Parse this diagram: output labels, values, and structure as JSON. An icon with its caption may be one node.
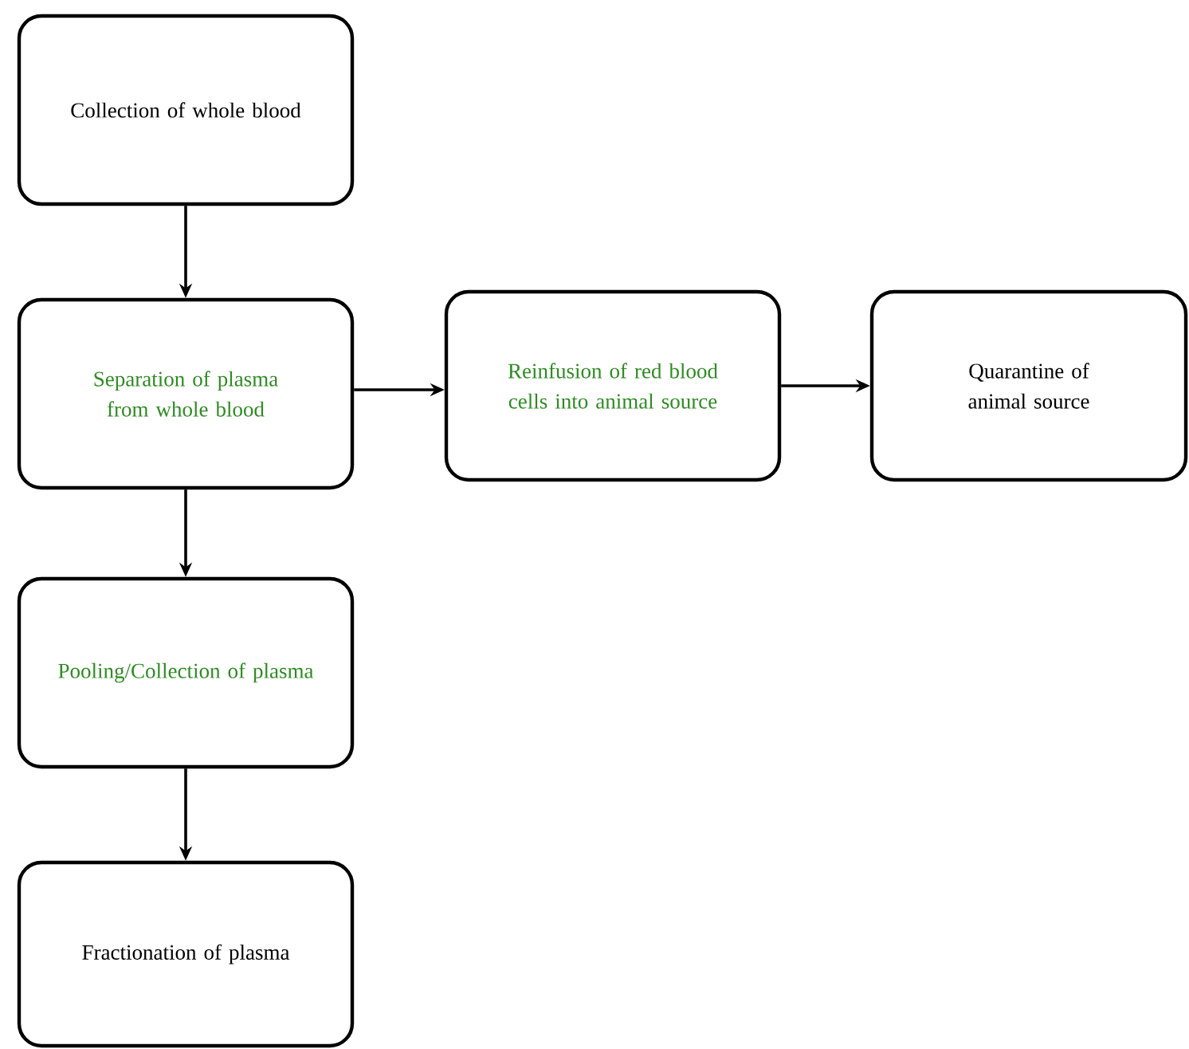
{
  "diagram": {
    "nodes": [
      {
        "text": [
          "Collection of whole blood"
        ]
      },
      {
        "text": [
          "Separation of plasma from whole blood"
        ]
      },
      {
        "text": [
          "Reinfusion of red blood cells into animal source"
        ]
      },
      {
        "text": [
          "Quarantine of animal source"
        ]
      },
      {
        "text": [
          "Pooling/Collection of plasma"
        ]
      },
      {
        "text": [
          "Fractionation of plasma"
        ]
      }
    ],
    "edges": [
      {
        "from": 0,
        "to": 1,
        "arrow": "to"
      },
      {
        "from": 1,
        "to": 2,
        "arrow": "to"
      },
      {
        "from": 2,
        "to": 3,
        "arrow": "to"
      },
      {
        "from": 1,
        "to": 4,
        "arrow": "to"
      },
      {
        "from": 4,
        "to": 5,
        "arrow": "to"
      }
    ]
  }
}
